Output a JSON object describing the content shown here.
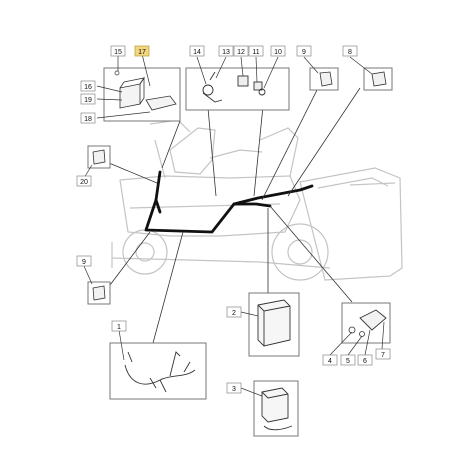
{
  "callouts": {
    "c1": "1",
    "c2": "2",
    "c3": "3",
    "c4": "4",
    "c5": "5",
    "c6": "6",
    "c7": "7",
    "c8": "8",
    "c9a": "9",
    "c9b": "9",
    "c10": "10",
    "c11": "11",
    "c12": "12",
    "c13": "13",
    "c14": "14",
    "c15": "15",
    "c16": "16",
    "c17": "17",
    "c18": "18",
    "c19": "19",
    "c20": "20"
  },
  "colors": {
    "harness": "#111111",
    "mower_outline": "#c4c4c4",
    "leader_line": "#333333",
    "box_border": "#777777",
    "highlight_17": "#f2d680"
  },
  "highlighted_callout": "17"
}
